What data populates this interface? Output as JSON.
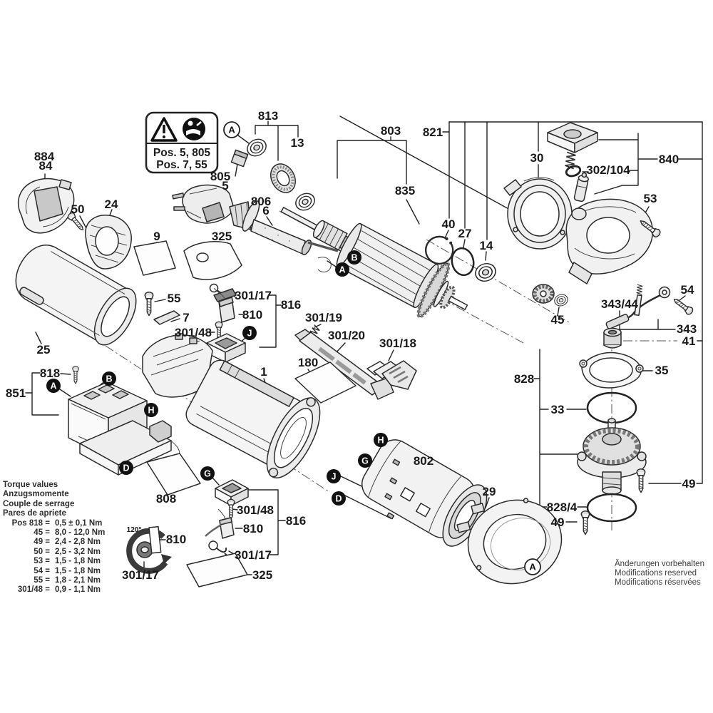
{
  "warning_box": {
    "icons": [
      "warning-triangle-icon",
      "read-manual-icon"
    ],
    "line1": "Pos. 5, 805",
    "line2": "Pos. 7, 55"
  },
  "labels": {
    "p884": "884",
    "p84": "84",
    "p50": "50",
    "p24": "24",
    "p9": "9",
    "p25": "25",
    "p55": "55",
    "p7": "7",
    "p818": "818",
    "p851": "851",
    "p808": "808",
    "p813": "813",
    "p13": "13",
    "p805": "805",
    "p5": "5",
    "p806": "806",
    "p6": "6",
    "p325": "325",
    "p803": "803",
    "p835": "835",
    "p821": "821",
    "p30": "30",
    "p302_104": "302/104",
    "p840": "840",
    "p53": "53",
    "p40": "40",
    "p27": "27",
    "p14": "14",
    "p45": "45",
    "p343_44": "343/44",
    "p343": "343",
    "p54": "54",
    "p41": "41",
    "p828": "828",
    "p35": "35",
    "p33": "33",
    "p49": "49",
    "p828_4": "828/4",
    "p29": "29",
    "p802": "802",
    "p1": "1",
    "p180": "180",
    "p301_17": "301/17",
    "p810": "810",
    "p816": "816",
    "p301_48": "301/48",
    "p301_19": "301/19",
    "p301_20": "301/20",
    "p301_18": "301/18",
    "p120deg": "120°"
  },
  "markers": {
    "a": "A",
    "b": "B",
    "d": "D",
    "g": "G",
    "h": "H",
    "j": "J"
  },
  "torque_table": {
    "headers": [
      "Torque values",
      "Anzugsmomente",
      "Couple de serrage",
      "Pares de apriete"
    ],
    "rows": [
      {
        "pos": "Pos 818 =",
        "value": "0,5 ± 0,1 Nm"
      },
      {
        "pos": "45 =",
        "value": "8,0 - 12,0 Nm"
      },
      {
        "pos": "49 =",
        "value": "2,4 - 2,8 Nm"
      },
      {
        "pos": "50 =",
        "value": "2,5 - 3,2 Nm"
      },
      {
        "pos": "53 =",
        "value": "1,5 - 1,8 Nm"
      },
      {
        "pos": "54 =",
        "value": "1,5 - 1,8 Nm"
      },
      {
        "pos": "55 =",
        "value": "1,8 - 2,1 Nm"
      },
      {
        "pos": "301/48 =",
        "value": "0,9 - 1,1 Nm"
      }
    ]
  },
  "footer": {
    "lines": [
      "Änderungen vorbehalten",
      "Modifications reserved",
      "Modifications réservées"
    ]
  }
}
